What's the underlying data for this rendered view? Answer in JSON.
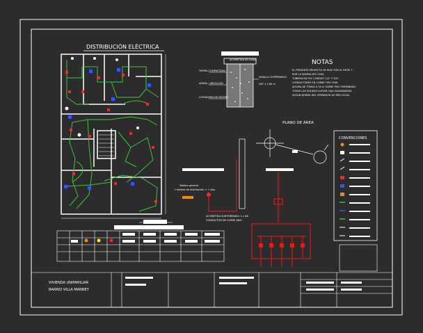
{
  "sheet": {
    "title": "DISTRIBUCIÓN ELÉCTRICA",
    "area_title": "PLANO DE ÁREA",
    "notes_title": "NOTAS",
    "legend_title": "CONVENCIONES",
    "project_line1": "VIVIENDA UNIFAMILIAR",
    "project_line2": "BARRIO VILLA MANNEY"
  },
  "detail": {
    "header": "ACOMETIDA EN ZANJA",
    "label_left1": "TIERRA COMPACTADA",
    "label_left2": "ARENA / ARCILLOSO",
    "label_left3": "LLENADURA DE RECEBO",
    "label_right1": "VARILLA COPPERWELD",
    "label_right2": "5/8\" x 1.80 m"
  },
  "notes": [
    "EL PRESENTE PROYECTO SE RIGE POR EL RETIE Y",
    "POR LA NORMA NTC 2050.",
    "TUBERÍA EN PVC CONDUIT 1/2\" Y 3/4\".",
    "CONDUCTORES EN COBRE TIPO THW.",
    "ALTURA DE TOMAS 0.30 m SOBRE PISO TERMINADO.",
    "TODAS LAS SALIDAS LLEVAN CAJA GALVANIZADA",
    "SEGÚN NORMA DEL OPERADOR DE RED LOCAL."
  ],
  "misc": {
    "meter_label": "Tablero general",
    "meter_label2": "+ tablero de distribución + 7 ctos",
    "ground_label": "ACOMETIDA SUBTERRÁNEA 1 x #8",
    "ground_label2": "CONDUCTOR DE COBRE AWG"
  },
  "colors": {
    "background": "#2c2c2c",
    "frame": "#ffffff",
    "wire_green": "#33cc33",
    "outlet_red": "#ff2222",
    "switch_blue": "#3355ff",
    "panel_red": "#ff1010"
  }
}
